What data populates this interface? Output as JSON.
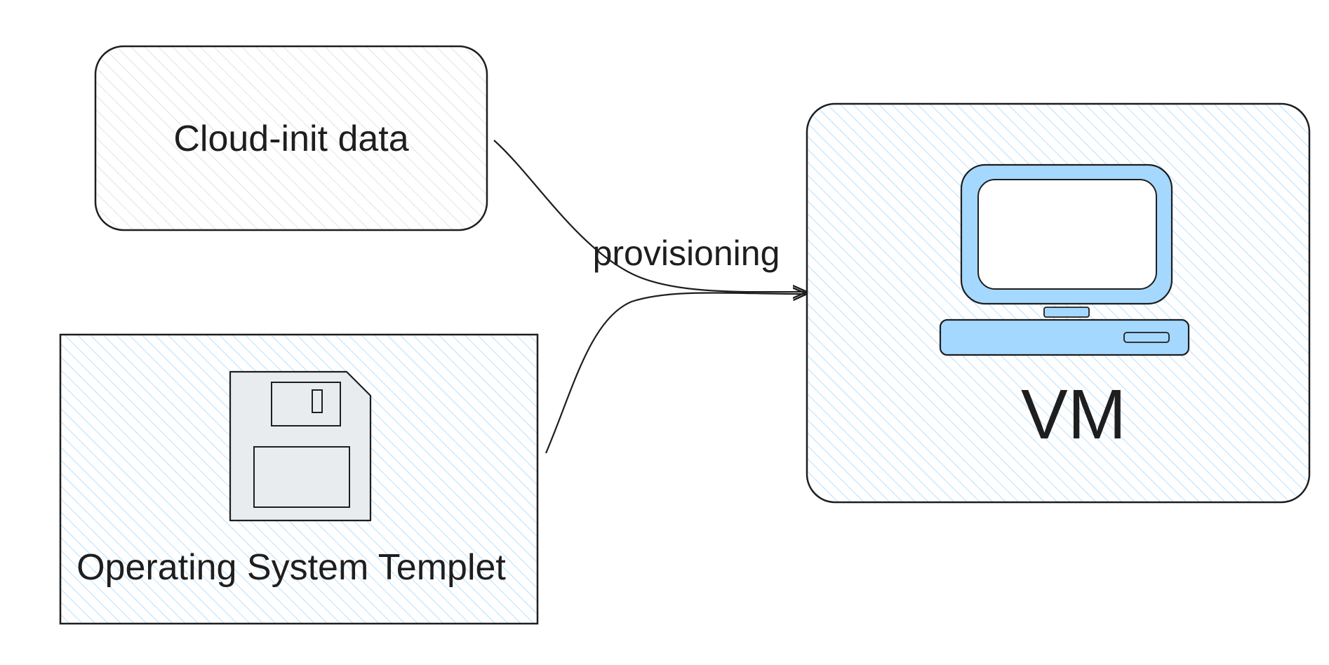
{
  "nodes": {
    "cloud_init": {
      "label": "Cloud-init data",
      "icon": ""
    },
    "os_template": {
      "label": "Operating System Templet",
      "icon": "floppy-disk-icon"
    },
    "vm": {
      "label": "VM",
      "icon": "computer-monitor-icon"
    }
  },
  "edges": [
    {
      "from": "cloud_init",
      "to": "vm",
      "label": "provisioning"
    },
    {
      "from": "os_template",
      "to": "vm",
      "label": ""
    }
  ],
  "colors": {
    "stroke": "#1e1e1e",
    "hatch_gray": "#d6d6d6",
    "hatch_blue": "#a5d8ff",
    "icon_blue": "#a5d8ff",
    "icon_gray": "#e9ecef",
    "text": "#1e1e1e"
  }
}
